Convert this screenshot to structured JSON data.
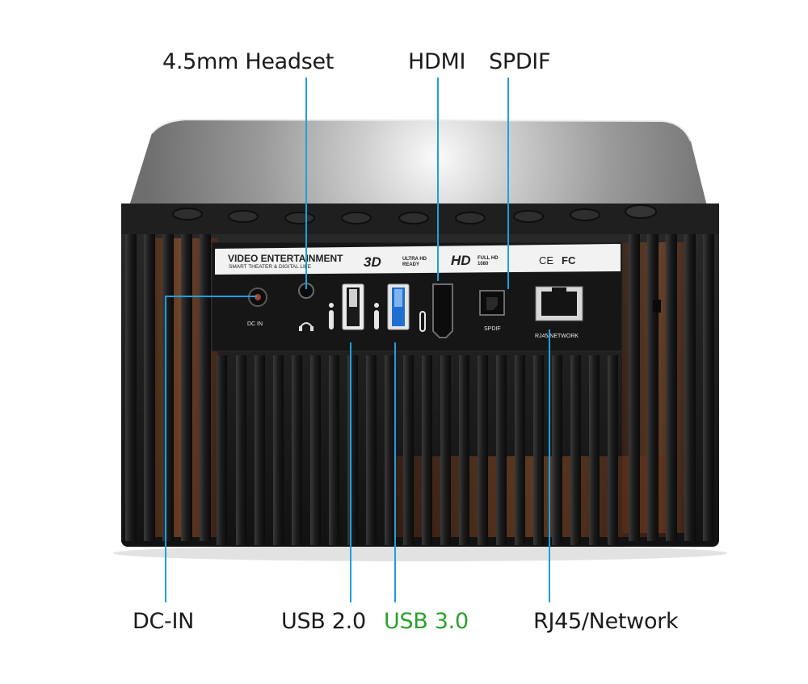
{
  "callouts": {
    "headset": "4.5mm Headset",
    "hdmi": "HDMI",
    "spdif": "SPDIF",
    "dc_in": "DC-IN",
    "usb2": "USB 2.0",
    "usb3": "USB 3.0",
    "rj45": "RJ45/Network"
  },
  "device": {
    "label_strip": {
      "brand": "VIDEO ENTERTAINMENT",
      "tagline": "SMART THEATER & DIGITAL LIFE",
      "badge_3d": "3D",
      "ultra_hd": "ULTRA HD READY",
      "hd_logo": "HD",
      "full_hd": "FULL HD 1080",
      "cert_ce": "CE",
      "cert_fc": "FC"
    },
    "ports": {
      "dc_in": "DC IN",
      "spdif": "SPDIF",
      "rj45": "RJ45/NETWORK"
    }
  },
  "colors": {
    "leader": "#1e9fe0",
    "usb3_label": "#2ca02c",
    "usb3_port": "#1f6fd1",
    "body": "#1c1c1c"
  }
}
